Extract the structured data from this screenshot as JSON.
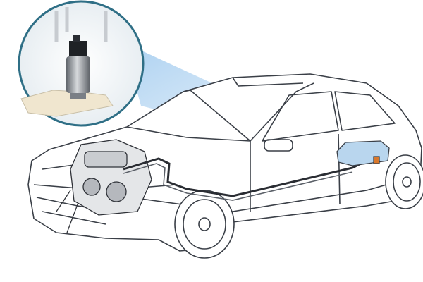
{
  "colors": {
    "outline": "#3a3f47",
    "beam": "#9cc8ee",
    "inset_ring": "#2f6f86",
    "fuel_line": "#2a2d33",
    "tank": "#b9d6ee",
    "pump_body": "#8a8f96",
    "filter": "#d9772b"
  },
  "icons": [
    "car-illustration",
    "fuel-pump-inset",
    "fuel-tank",
    "engine",
    "fuel-line"
  ]
}
